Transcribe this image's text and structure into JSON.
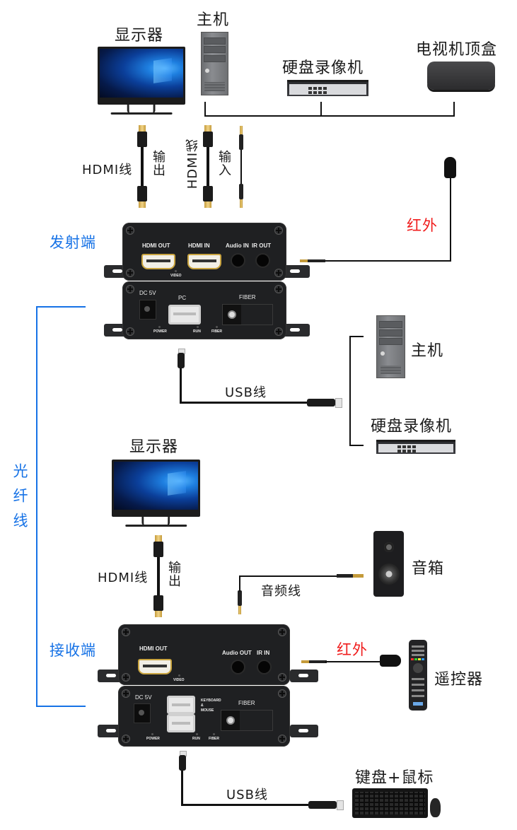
{
  "top_devices": {
    "monitor_label": "显示器",
    "host_label": "主机",
    "nvr_label": "硬盘录像机",
    "stb_label": "电视机顶盒"
  },
  "top_cables": {
    "hdmi_out_cable_label": "HDMI线",
    "hdmi_out_direction": "输出",
    "hdmi_in_cable_label": "HDMI线",
    "hdmi_in_direction": "输入"
  },
  "transmitter": {
    "label": "发射端",
    "ir_label": "红外",
    "ports_top": [
      "HDMI OUT",
      "HDMI IN",
      "Audio IN",
      "IR OUT"
    ],
    "video_led": "VIDEO",
    "ports_bottom": [
      "DC 5V",
      "PC",
      "FIBER"
    ],
    "leds_bottom": [
      "POWER",
      "RUN",
      "FIBER"
    ]
  },
  "pc_side": {
    "usb_cable_label": "USB线",
    "host_label": "主机",
    "nvr_label": "硬盘录像机"
  },
  "fiber": {
    "label": "光纤线"
  },
  "receiver_display": {
    "monitor_label": "显示器",
    "hdmi_cable_label": "HDMI线",
    "hdmi_direction": "输出"
  },
  "receiver": {
    "label": "接收端",
    "ports_top": [
      "HDMI OUT",
      "Audio OUT",
      "IR IN"
    ],
    "video_led": "VIDEO",
    "ports_bottom": [
      "DC 5V",
      "KEYBOARD & MOUSE",
      "FIBER"
    ],
    "keyboard_port_lines": [
      "KEYBOARD",
      "&",
      "MOUSE"
    ],
    "leds_bottom": [
      "POWER",
      "RUN",
      "FIBER"
    ]
  },
  "receiver_peripherals": {
    "audio_cable_label": "音频线",
    "speaker_label": "音箱",
    "ir_label": "红外",
    "remote_label": "遥控器",
    "usb_cable_label": "USB线",
    "kbm_label": "键盘+鼠标"
  },
  "colors": {
    "accent_blue": "#1672e6",
    "ir_red": "#f01c1c",
    "text": "#1a1a1a",
    "device_dark": "#1f2022"
  }
}
